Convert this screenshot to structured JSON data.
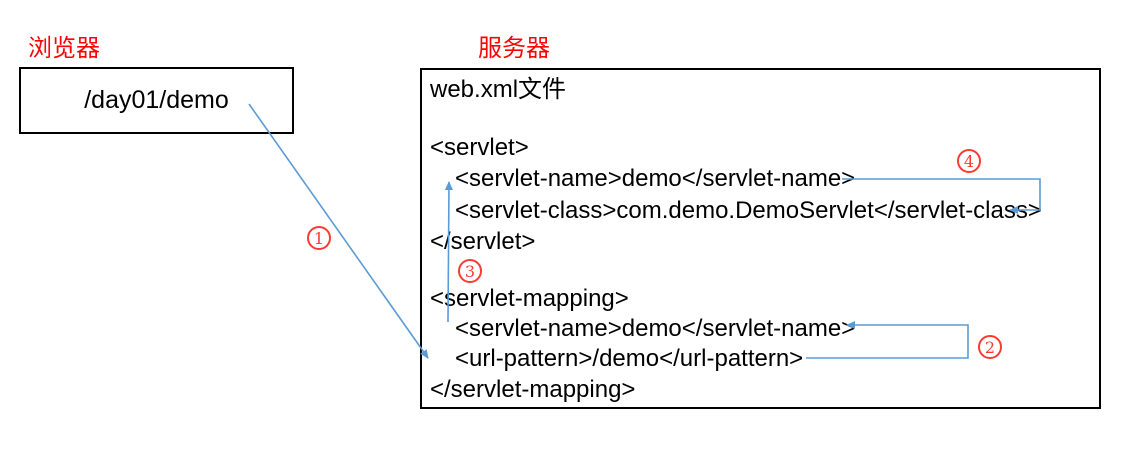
{
  "browser": {
    "label": "浏览器",
    "request_url": "/day01/demo"
  },
  "server": {
    "label": "服务器",
    "file_title": "web.xml文件",
    "code_lines": [
      {
        "text": "<servlet>"
      },
      {
        "text": "<servlet-name>demo</servlet-name>"
      },
      {
        "text": "<servlet-class>com.demo.DemoServlet</servlet-class>"
      },
      {
        "text": "</servlet>"
      },
      {
        "text": "<servlet-mapping>"
      },
      {
        "text": "<servlet-name>demo</servlet-name>"
      },
      {
        "text": "<url-pattern>/demo</url-pattern>"
      },
      {
        "text": "</servlet-mapping>"
      }
    ]
  },
  "steps": [
    {
      "number": "1",
      "meaning": "browser request to url-pattern"
    },
    {
      "number": "2",
      "meaning": "url-pattern to servlet-name in mapping"
    },
    {
      "number": "3",
      "meaning": "mapping servlet-name up to servlet declaration"
    },
    {
      "number": "4",
      "meaning": "servlet-name to servlet-class"
    }
  ],
  "colors": {
    "arrow_blue": "#5b9bd5",
    "label_red": "#fa0505",
    "marker_red": "#fb3a32",
    "text_black": "#000000",
    "box_border": "#000000"
  }
}
